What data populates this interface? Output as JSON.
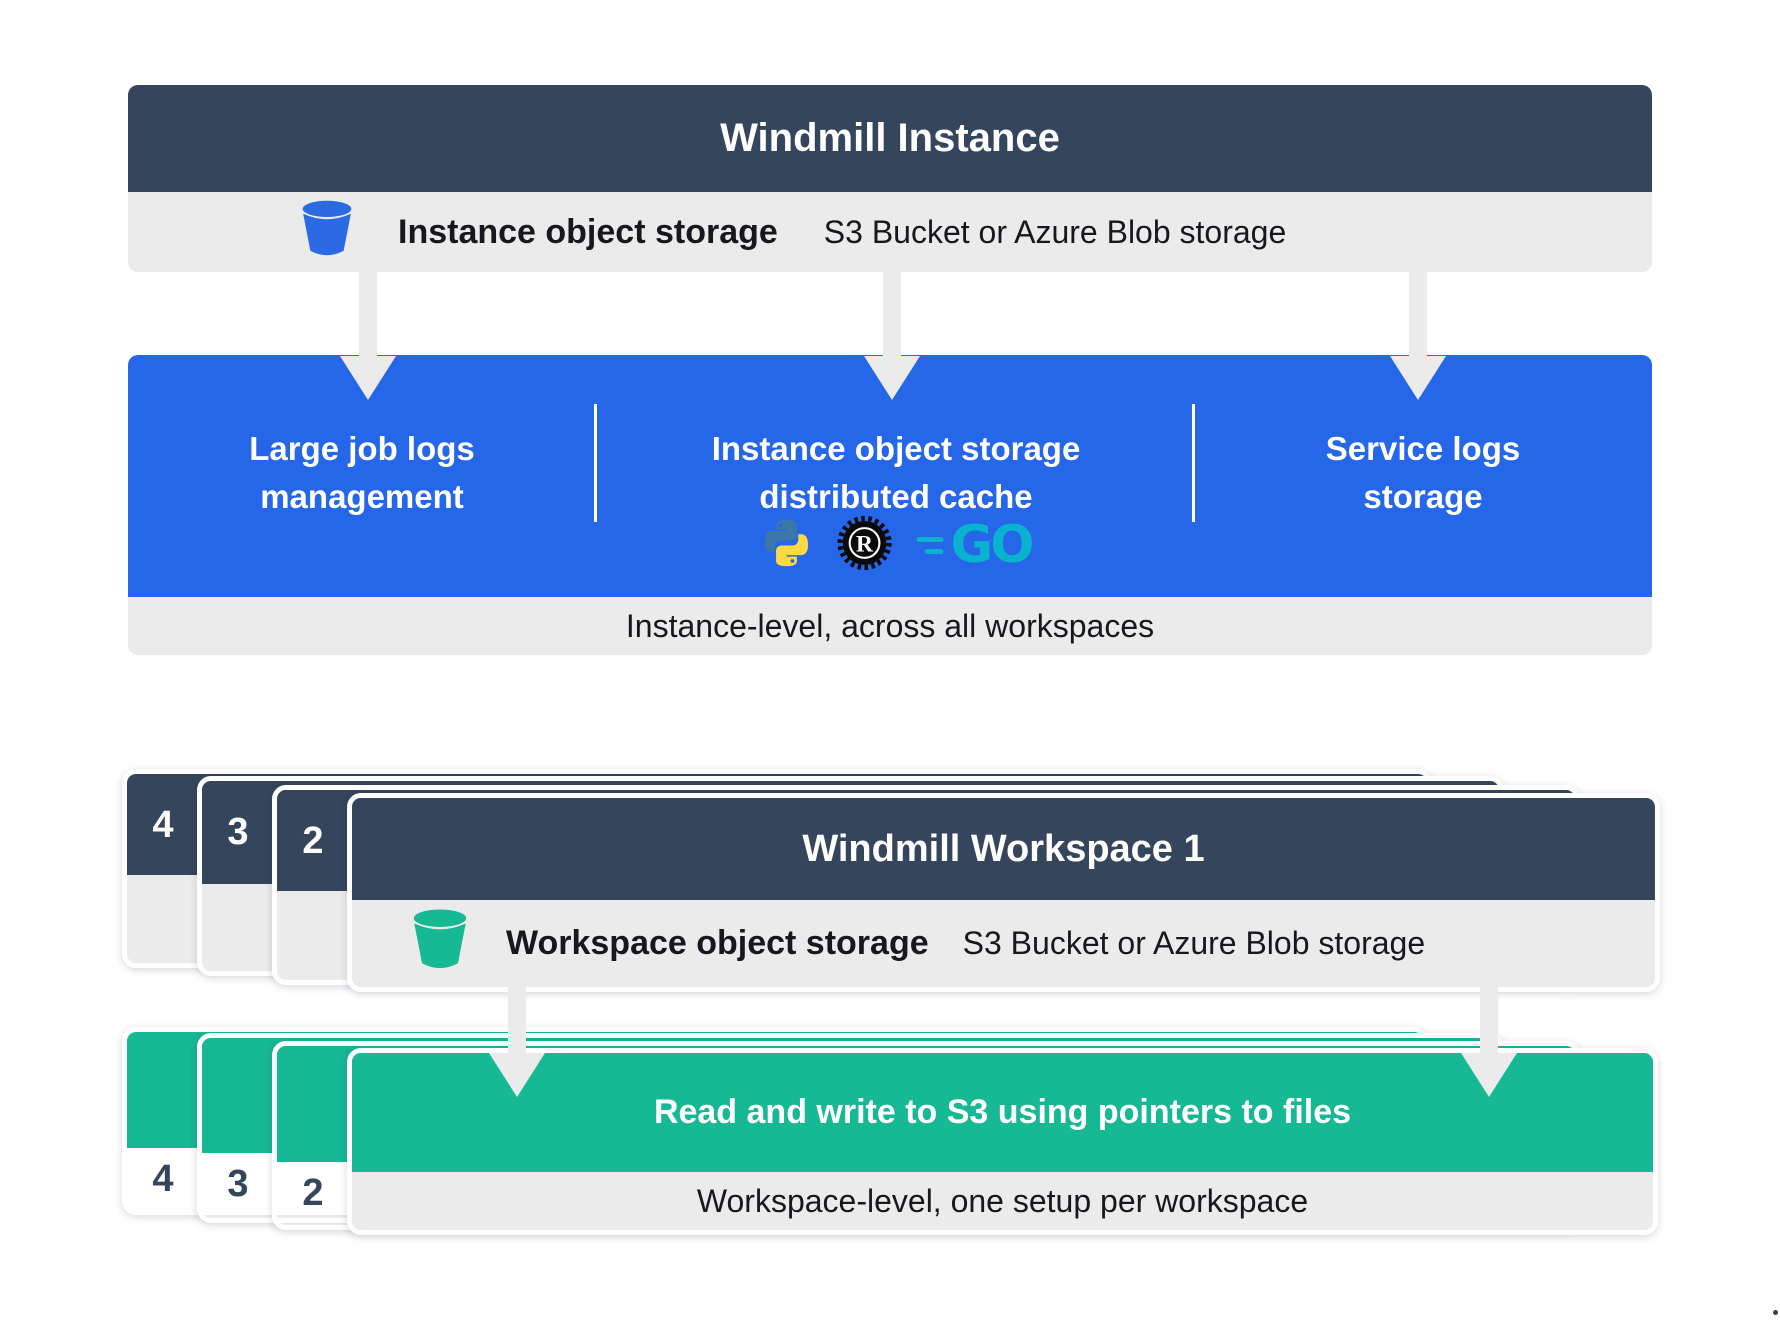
{
  "colors": {
    "navy": "#35455c",
    "blue": "#2666e8",
    "green": "#17b894",
    "panel_gray": "#ecebeb",
    "text_dark": "#16181d",
    "bucket_blue": "#2b6ae3",
    "bucket_green": "#17b894",
    "python_blue": "#3b77a8",
    "python_yellow": "#ffd845",
    "rust_black": "#0a0a0a",
    "go_cyan": "#09b3cf"
  },
  "instance": {
    "title": "Windmill Instance",
    "storage_label": "Instance object storage",
    "storage_detail": "S3 Bucket or Azure Blob storage",
    "features": [
      {
        "line1": "Large job logs",
        "line2": "management"
      },
      {
        "line1": "Instance object storage",
        "line2": "distributed cache"
      },
      {
        "line1": "Service logs",
        "line2": "storage"
      }
    ],
    "languages": [
      "python-icon",
      "rust-icon",
      "go-icon"
    ],
    "rust_letter": "R",
    "go_label": "GO",
    "footnote": "Instance-level, across all workspaces"
  },
  "workspace": {
    "title": "Windmill Workspace 1",
    "stack_numbers": [
      "4",
      "3",
      "2"
    ],
    "storage_label": "Workspace object storage",
    "storage_detail": "S3 Bucket or Azure Blob storage"
  },
  "s3": {
    "title": "Read and write to S3 using pointers to files",
    "stack_numbers": [
      "4",
      "3",
      "2"
    ],
    "footnote": "Workspace-level, one setup per workspace"
  }
}
